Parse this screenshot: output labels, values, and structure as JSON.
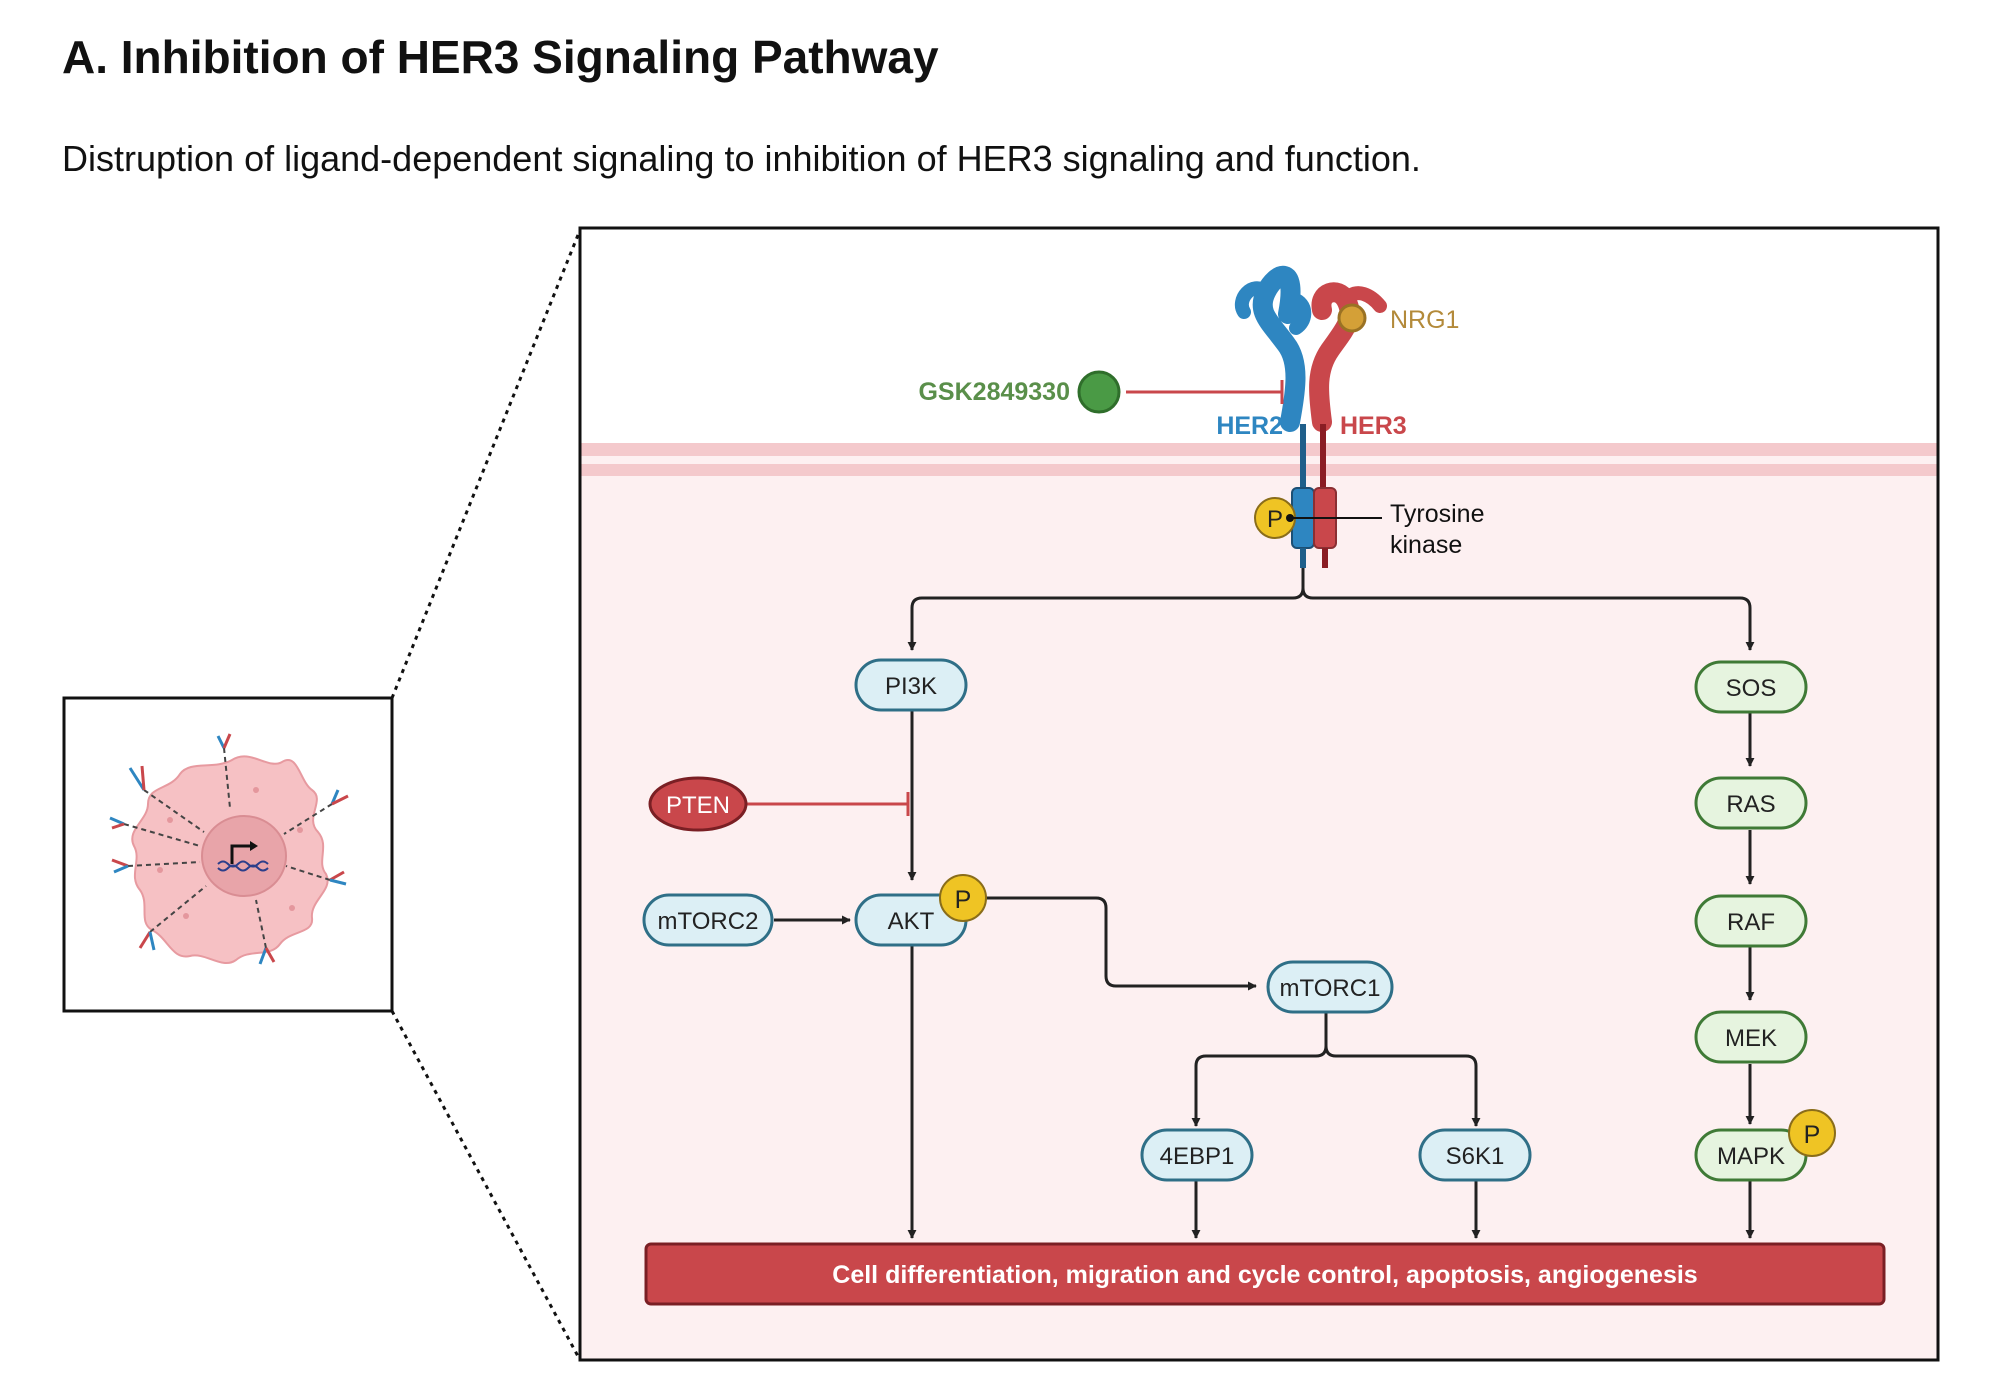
{
  "header": {
    "title": "A. Inhibition of HER3 Signaling Pathway",
    "subtitle": "Distruption of ligand-dependent signaling to inhibition of HER3 signaling and function."
  },
  "receptors": {
    "her2": "HER2",
    "her3": "HER3",
    "ligand": "NRG1",
    "drug": "GSK2849330",
    "kinase_line1": "Tyrosine",
    "kinase_line2": "kinase",
    "phospho": "P"
  },
  "nodes": {
    "pi3k": "PI3K",
    "pten": "PTEN",
    "mtorc2": "mTORC2",
    "akt": "AKT",
    "mtorc1": "mTORC1",
    "ebp1": "4EBP1",
    "s6k1": "S6K1",
    "sos": "SOS",
    "ras": "RAS",
    "raf": "RAF",
    "mek": "MEK",
    "mapk": "MAPK",
    "akt_p": "P",
    "mapk_p": "P"
  },
  "outcome": "Cell differentiation, migration and cycle control, apoptosis, angiogenesis",
  "colors": {
    "her2": "#2e86c1",
    "her3": "#c9474b",
    "ligand": "#d4a037",
    "drug": "#4a9a45",
    "blue_node_fill": "#dceff5",
    "blue_node_stroke": "#2f6f87",
    "green_node_fill": "#e6f4df",
    "green_node_stroke": "#3f7a36",
    "phospho": "#efc424",
    "outcome": "#c9474b",
    "cytoplasm": "#fdf0f1",
    "membrane": "#f4c9cc"
  }
}
